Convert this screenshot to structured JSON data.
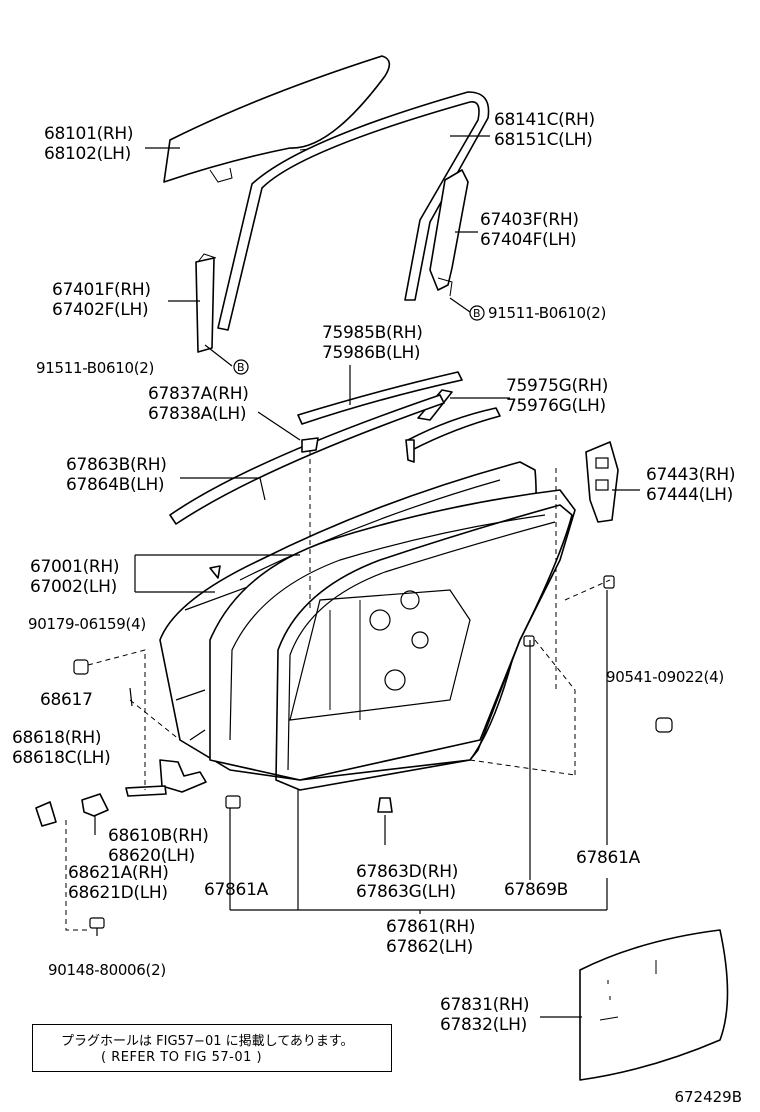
{
  "labels": {
    "glass": [
      "68101(RH)",
      "68102(LH)"
    ],
    "run_channel": [
      "68141C(RH)",
      "68151C(LH)"
    ],
    "rear_sash": [
      "67403F(RH)",
      "67404F(LH)"
    ],
    "bolt_upper": "91511-B0610(2)",
    "front_sash": [
      "67401F(RH)",
      "67402F(LH)"
    ],
    "bolt_lower": "91511-B0610(2)",
    "outer_moulding": [
      "75985B(RH)",
      "75986B(LH)"
    ],
    "outer_weatherstrip": [
      "75975G(RH)",
      "75976G(LH)"
    ],
    "pad": [
      "67837A(RH)",
      "67838A(LH)"
    ],
    "inner_weatherstrip": [
      "67863B(RH)",
      "67864B(LH)"
    ],
    "bracket_right": [
      "67443(RH)",
      "67444(LH)"
    ],
    "door_panel": [
      "67001(RH)",
      "67002(LH)"
    ],
    "nut": "90179-06159(4)",
    "bolt_clip": "90541-09022(4)",
    "pin": "68617",
    "hinge_upper": [
      "68618(RH)",
      "68618C(LH)"
    ],
    "check": [
      "68610B(RH)",
      "68620(LH)"
    ],
    "hinge_lower": [
      "68621A(RH)",
      "68621D(LH)"
    ],
    "clip_a_left": "67861A",
    "clip_d": [
      "67863D(RH)",
      "67863G(LH)"
    ],
    "clip_b": "67869B",
    "clip_a_right": "67861A",
    "weatherstrip": [
      "67861(RH)",
      "67862(LH)"
    ],
    "bolt_bottom": "90148-80006(2)",
    "service_hole_cover": [
      "67831(RH)",
      "67832(LH)"
    ],
    "note_jp": "プラグホールは FIG57−01 に掲載してあります。",
    "note_en": "( REFER TO FIG  57-01 )",
    "figure_id": "672429B",
    "callout_b": "B"
  }
}
